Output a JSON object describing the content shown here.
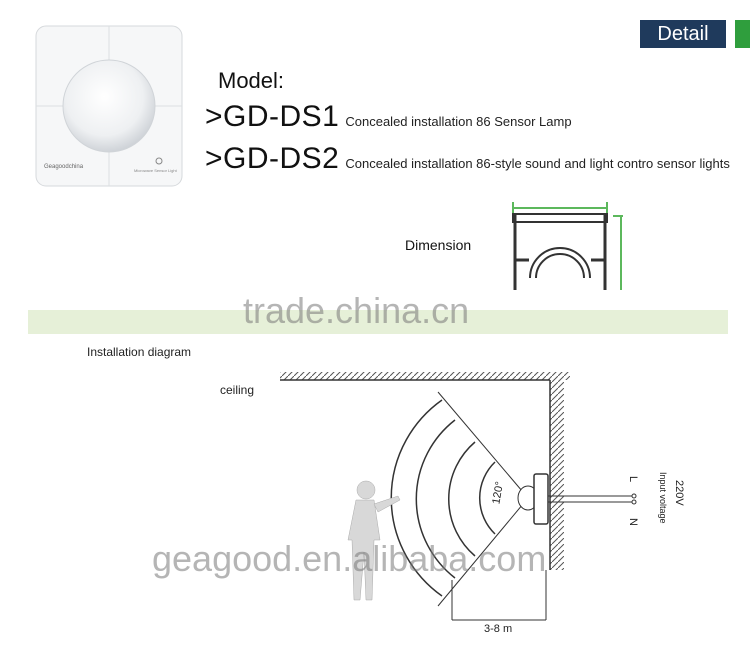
{
  "header": {
    "detail_tab": "Detail"
  },
  "product": {
    "brand": "Geagoodchina",
    "sublabel": "Microwave Sensor Light"
  },
  "model": {
    "label": "Model:",
    "items": [
      {
        "code": ">GD-DS1",
        "desc": "Concealed installation 86 Sensor Lamp"
      },
      {
        "code": ">GD-DS2",
        "desc": "Concealed installation 86-style sound and light contro  sensor lights"
      }
    ]
  },
  "dimension": {
    "label": "Dimension"
  },
  "watermarks": {
    "trade": "trade.china.cn",
    "geagood": "geagood.en.alibaba.com"
  },
  "installation": {
    "title": "Installation diagram",
    "ceiling": "ceiling",
    "angle": "120°",
    "distance": "3-8 m",
    "terminal_L": "L",
    "terminal_N": "N",
    "voltage": "220V",
    "input_voltage": "Input voltage"
  },
  "colors": {
    "navy": "#1f3a5c",
    "green": "#2f9e3d",
    "band": "#e6f0d8"
  }
}
